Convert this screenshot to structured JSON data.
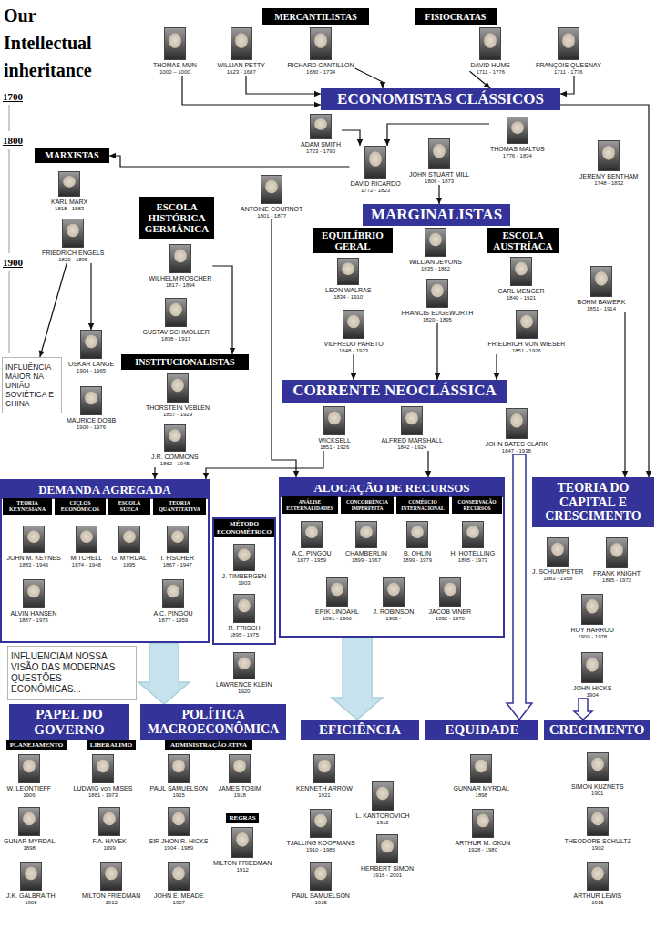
{
  "diagram": {
    "title": "Our Intellectual inheritance",
    "nodes": [
      {
        "text": [
          "MERCANTILISTAS"
        ]
      },
      {
        "text": [
          "FISIOCRATAS"
        ]
      },
      {
        "text": [
          "THOMAS MUN",
          "1000 – 1000"
        ]
      },
      {
        "text": [
          "WILLIAN PETTY",
          "1623 - 1687"
        ]
      },
      {
        "text": [
          "RICHARD CANTILLON",
          "1680 - 1734"
        ]
      },
      {
        "text": [
          "DAVID HUME",
          "1711 - 1776"
        ]
      },
      {
        "text": [
          "FRANÇOIS QUESNAY",
          "1711 - 1776"
        ]
      },
      {
        "text": [
          "ECONOMISTAS CLÁSSICOS"
        ]
      },
      {
        "text": [
          "ADAM SMITH",
          "1723 - 1790"
        ]
      },
      {
        "text": [
          "THOMAS MALTUS",
          "1776 - 1834"
        ]
      },
      {
        "text": [
          "DAVID RICARDO",
          "1772 - 1823"
        ]
      },
      {
        "text": [
          "JOHN STUART MILL",
          "1806 - 1873"
        ]
      },
      {
        "text": [
          "JEREMY BENTHAM",
          "1748 - 1832"
        ]
      },
      {
        "text": [
          "MARXISTAS"
        ]
      },
      {
        "text": [
          "KARL MARX",
          "1818 - 1883"
        ]
      },
      {
        "text": [
          "FRIEDRICH ENGELS",
          "1820 - 1895"
        ]
      },
      {
        "text": [
          "ESCOLA HISTÓRICA GERMÂNICA"
        ]
      },
      {
        "text": [
          "ANTOINE COURNOT",
          "1801 - 1877"
        ]
      },
      {
        "text": [
          "MARGINALISTAS"
        ]
      },
      {
        "text": [
          "EQUILÍBRIO GERAL"
        ]
      },
      {
        "text": [
          "ESCOLA AUSTRÍACA"
        ]
      },
      {
        "text": [
          "WILLIAN JEVONS",
          "1835 - 1882"
        ]
      },
      {
        "text": [
          "LEON WALRAS",
          "1834 - 1910"
        ]
      },
      {
        "text": [
          "CARL MENGER",
          "1840 - 1921"
        ]
      },
      {
        "text": [
          "BOHM BAWERK",
          "1851 - 1914"
        ]
      },
      {
        "text": [
          "WILHELM ROSCHER",
          "1817 - 1894"
        ]
      },
      {
        "text": [
          "FRANCIS EDGEWORTH",
          "1820 - 1895"
        ]
      },
      {
        "text": [
          "GUSTAV SCHMOLLER",
          "1838 - 1917"
        ]
      },
      {
        "text": [
          "VILFREDO PARETO",
          "1848 - 1923"
        ]
      },
      {
        "text": [
          "FRIEDRICH VON WIESER",
          "1851 - 1926"
        ]
      },
      {
        "text": [
          "OSKAR LANGE",
          "1904 - 1965"
        ]
      },
      {
        "text": [
          "INSTITUCIONALISTAS"
        ]
      },
      {
        "text": [
          "INFLUÊNCIA MAIOR NA UNIÃO SOVIÉTICA E CHINA"
        ]
      },
      {
        "text": [
          "MAURICE DOBB",
          "1900 - 1976"
        ]
      },
      {
        "text": [
          "CORRENTE NEOCLÁSSICA"
        ]
      },
      {
        "text": [
          "THORSTEIN VEBLEN",
          "1857 - 1929"
        ]
      },
      {
        "text": [
          "WICKSELL",
          "1851 - 1926"
        ]
      },
      {
        "text": [
          "ALFRED MARSHALL",
          "1842 - 1924"
        ]
      },
      {
        "text": [
          "JOHN BATES CLARK",
          "1847 - 1938"
        ]
      },
      {
        "text": [
          "J.R. COMMONS",
          "1862 - 1945"
        ]
      },
      {
        "text": [
          "DEMANDA AGREGADA"
        ]
      },
      {
        "text": [
          "TEORIA KEYNESIANA"
        ],
        "in": 40
      },
      {
        "text": [
          "CICLOS ECONÔMICOS"
        ],
        "in": 40
      },
      {
        "text": [
          "ESCOLA SUECA"
        ],
        "in": 40
      },
      {
        "text": [
          "TEORIA QUANTITATIVA"
        ],
        "in": 40
      },
      {
        "text": [
          "JOHN M. KEYNES",
          "1883 - 1946"
        ],
        "in": 40
      },
      {
        "text": [
          "MITCHELL",
          "1874 - 1948"
        ],
        "in": 40
      },
      {
        "text": [
          "G. MYRDAL",
          "1895"
        ],
        "in": 40
      },
      {
        "text": [
          "I. FISCHER",
          "1867 - 1947"
        ],
        "in": 40
      },
      {
        "text": [
          "ALVIN HANSEN",
          "1887 - 1975"
        ],
        "in": 40
      },
      {
        "text": [
          "A.C. PINGOU",
          "1877 - 1959"
        ],
        "in": 40
      },
      {
        "text": [
          "MÉTODO ECONOMÉTRICO"
        ]
      },
      {
        "text": [
          "J. TIMBERGEN",
          "1903"
        ],
        "in": 51
      },
      {
        "text": [
          "R. FRISCH",
          "1895 - 1975"
        ],
        "in": 51
      },
      {
        "text": [
          "LAWRENCE KLEIN",
          "1920"
        ]
      },
      {
        "text": [
          "ALOCAÇÃO DE RECURSOS"
        ]
      },
      {
        "text": [
          "ANÁLISE EXTERNALIDADES"
        ],
        "in": 55
      },
      {
        "text": [
          "CONCORRÊNCIA IMPERFEITA"
        ],
        "in": 55
      },
      {
        "text": [
          "COMÉRCIO INTERNACIONAL"
        ],
        "in": 55
      },
      {
        "text": [
          "CONSERVAÇÃO RECURSOS"
        ],
        "in": 55
      },
      {
        "text": [
          "A.C. PINGOU",
          "1877 - 1959"
        ],
        "in": 55
      },
      {
        "text": [
          "CHAMBERLIN",
          "1899 - 1967"
        ],
        "in": 55
      },
      {
        "text": [
          "B. OHLIN",
          "1899 - 1979"
        ],
        "in": 55
      },
      {
        "text": [
          "H. HOTELLING",
          "1895 - 1973"
        ],
        "in": 55
      },
      {
        "text": [
          "ERIK LINDAHL",
          "1891 - 1960"
        ],
        "in": 55
      },
      {
        "text": [
          "J. ROBINSON",
          "1903 -"
        ],
        "in": 55
      },
      {
        "text": [
          "JACOB VINER",
          "1892 - 1970"
        ],
        "in": 55
      },
      {
        "text": [
          "TEORIA DO CAPITAL E CRESCIMENTO"
        ]
      },
      {
        "text": [
          "J. SCHUMPETER",
          "1883 - 1958"
        ]
      },
      {
        "text": [
          "FRANK KNIGHT",
          "1885 - 1972"
        ]
      },
      {
        "text": [
          "ROY HARROD",
          "1900 - 1978"
        ]
      },
      {
        "text": [
          "JOHN HICKS",
          "1904"
        ]
      },
      {
        "text": [
          "INFLUENCIAM NOSSA VISÃO DAS MODERNAS QUESTÕES ECONÔMICAS..."
        ]
      },
      {
        "text": [
          "PAPEL DO GOVERNO"
        ]
      },
      {
        "text": [
          "POLÍTICA MACROECONÔMICA"
        ]
      },
      {
        "text": [
          "EFICIÊNCIA"
        ]
      },
      {
        "text": [
          "EQUIDADE"
        ]
      },
      {
        "text": [
          "CRECIMENTO"
        ]
      },
      {
        "text": [
          "PLANEJAMENTO"
        ]
      },
      {
        "text": [
          "LIBERALIMO"
        ]
      },
      {
        "text": [
          "ADMINISTRAÇÃO ATIVA"
        ]
      },
      {
        "text": [
          "W. LEONTIEFF",
          "1906"
        ]
      },
      {
        "text": [
          "LUDWIG von MISES",
          "1881 - 1973"
        ]
      },
      {
        "text": [
          "PAUL SAMUELSON",
          "1915"
        ]
      },
      {
        "text": [
          "JAMES TOBIM",
          "1918"
        ]
      },
      {
        "text": [
          "KENNETH ARROW",
          "1921"
        ]
      },
      {
        "text": [
          "L. KANTOROVICH",
          "1912"
        ]
      },
      {
        "text": [
          "GUNNAR MYRDAL",
          "1898"
        ]
      },
      {
        "text": [
          "SIMON KUZNETS",
          "1901"
        ]
      },
      {
        "text": [
          "REGRAS"
        ]
      },
      {
        "text": [
          "GUNAR MYRDAL",
          "1898"
        ]
      },
      {
        "text": [
          "F.A. HAYEK",
          "1899"
        ]
      },
      {
        "text": [
          "SIR JHON R. HICKS",
          "1904 - 1989"
        ]
      },
      {
        "text": [
          "MILTON FRIEDMAN",
          "1912"
        ]
      },
      {
        "text": [
          "TJALLING KOOPMANS",
          "1910 - 1985"
        ]
      },
      {
        "text": [
          "HERBERT SIMON",
          "1916 - 2001"
        ]
      },
      {
        "text": [
          "ARTHUR M. OKUN",
          "1928 - 1980"
        ]
      },
      {
        "text": [
          "THEODORE SCHULTZ",
          "1902"
        ]
      },
      {
        "text": [
          "J.K. GALBRAITH",
          "1908"
        ]
      },
      {
        "text": [
          "MILTON FRIEDMAN",
          "1912"
        ]
      },
      {
        "text": [
          "JOHN E. MEADE",
          "1907"
        ]
      },
      {
        "text": [
          "PAUL SAMUELSON",
          "1915"
        ]
      },
      {
        "text": [
          "ARTHUR LEWIS",
          "1915"
        ]
      }
    ],
    "edges": [
      {
        "from": 2,
        "to": 7,
        "arrow": "to"
      },
      {
        "from": 3,
        "to": 7,
        "arrow": "to"
      },
      {
        "from": 4,
        "to": 7,
        "arrow": "to"
      },
      {
        "from": 5,
        "to": 7,
        "arrow": "to"
      },
      {
        "from": 6,
        "to": 7,
        "arrow": "to"
      },
      {
        "from": 8,
        "to": 10,
        "arrow": "to"
      },
      {
        "from": 9,
        "to": 10,
        "arrow": "to"
      },
      {
        "from": 11,
        "to": 18,
        "arrow": "to"
      },
      {
        "from": 10,
        "to": 13,
        "arrow": "to"
      },
      {
        "from": 7,
        "to": 67,
        "arrow": "to"
      },
      {
        "from": 15,
        "to": 32,
        "arrow": "to"
      },
      {
        "from": 15,
        "to": 30,
        "arrow": "to"
      },
      {
        "from": 25,
        "to": 31,
        "arrow": "to"
      },
      {
        "from": 39,
        "to": 40,
        "arrow": "to"
      },
      {
        "from": 17,
        "to": 55,
        "arrow": "to"
      },
      {
        "from": 36,
        "to": 40,
        "arrow": "to"
      },
      {
        "from": 37,
        "to": 55,
        "arrow": "to"
      },
      {
        "from": 26,
        "to": 34,
        "arrow": "to"
      },
      {
        "from": 28,
        "to": 34,
        "arrow": "to"
      },
      {
        "from": 29,
        "to": 34,
        "arrow": "to"
      },
      {
        "from": 24,
        "to": 67,
        "arrow": "to"
      },
      {
        "from": 38,
        "to": 76,
        "arrow": "to"
      },
      {
        "from": 71,
        "to": 77,
        "arrow": "to"
      },
      {
        "from": 40,
        "to": 74,
        "arrow": "to"
      },
      {
        "from": 55,
        "to": 75,
        "arrow": "to"
      }
    ],
    "labels": [
      "1700",
      "1800",
      "1900"
    ]
  }
}
